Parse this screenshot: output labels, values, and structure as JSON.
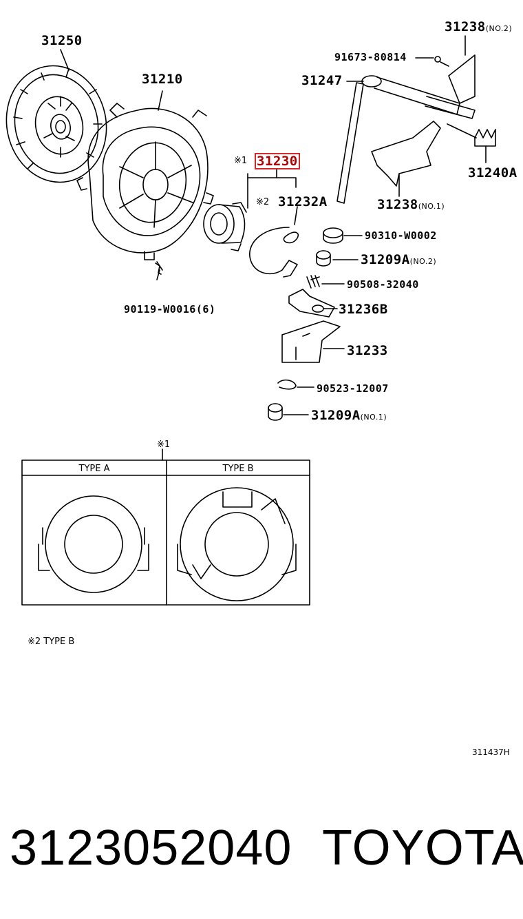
{
  "parts": {
    "p31250": "31250",
    "p31210": "31210",
    "p31230": "31230",
    "p31232a": "31232A",
    "p31238_no2": "31238",
    "p31238_no2_sub": "(NO.2)",
    "p91673": "91673-80814",
    "p31247": "31247",
    "p31240a": "31240A",
    "p31238_no1": "31238",
    "p31238_no1_sub": "(NO.1)",
    "p90310": "90310-W0002",
    "p31209a_no2": "31209A",
    "p31209a_no2_sub": "(NO.2)",
    "p90508": "90508-32040",
    "p31236b": "31236B",
    "p31233": "31233",
    "p90523": "90523-12007",
    "p31209a_no1": "31209A",
    "p31209a_no1_sub": "(NO.1)",
    "p90119": "90119-W0016(6)"
  },
  "notes": {
    "mark1_label": "※1",
    "mark2_label": "※2",
    "mark1_box": "※1",
    "mark2_type": "※2 TYPE B"
  },
  "types": {
    "type_a": "TYPE A",
    "type_b": "TYPE B"
  },
  "diagram_code": "311437H",
  "footer": {
    "part_number": "3123052040",
    "brand": "TOYOTA"
  },
  "colors": {
    "highlight": "#d62828",
    "ink": "#000000"
  }
}
